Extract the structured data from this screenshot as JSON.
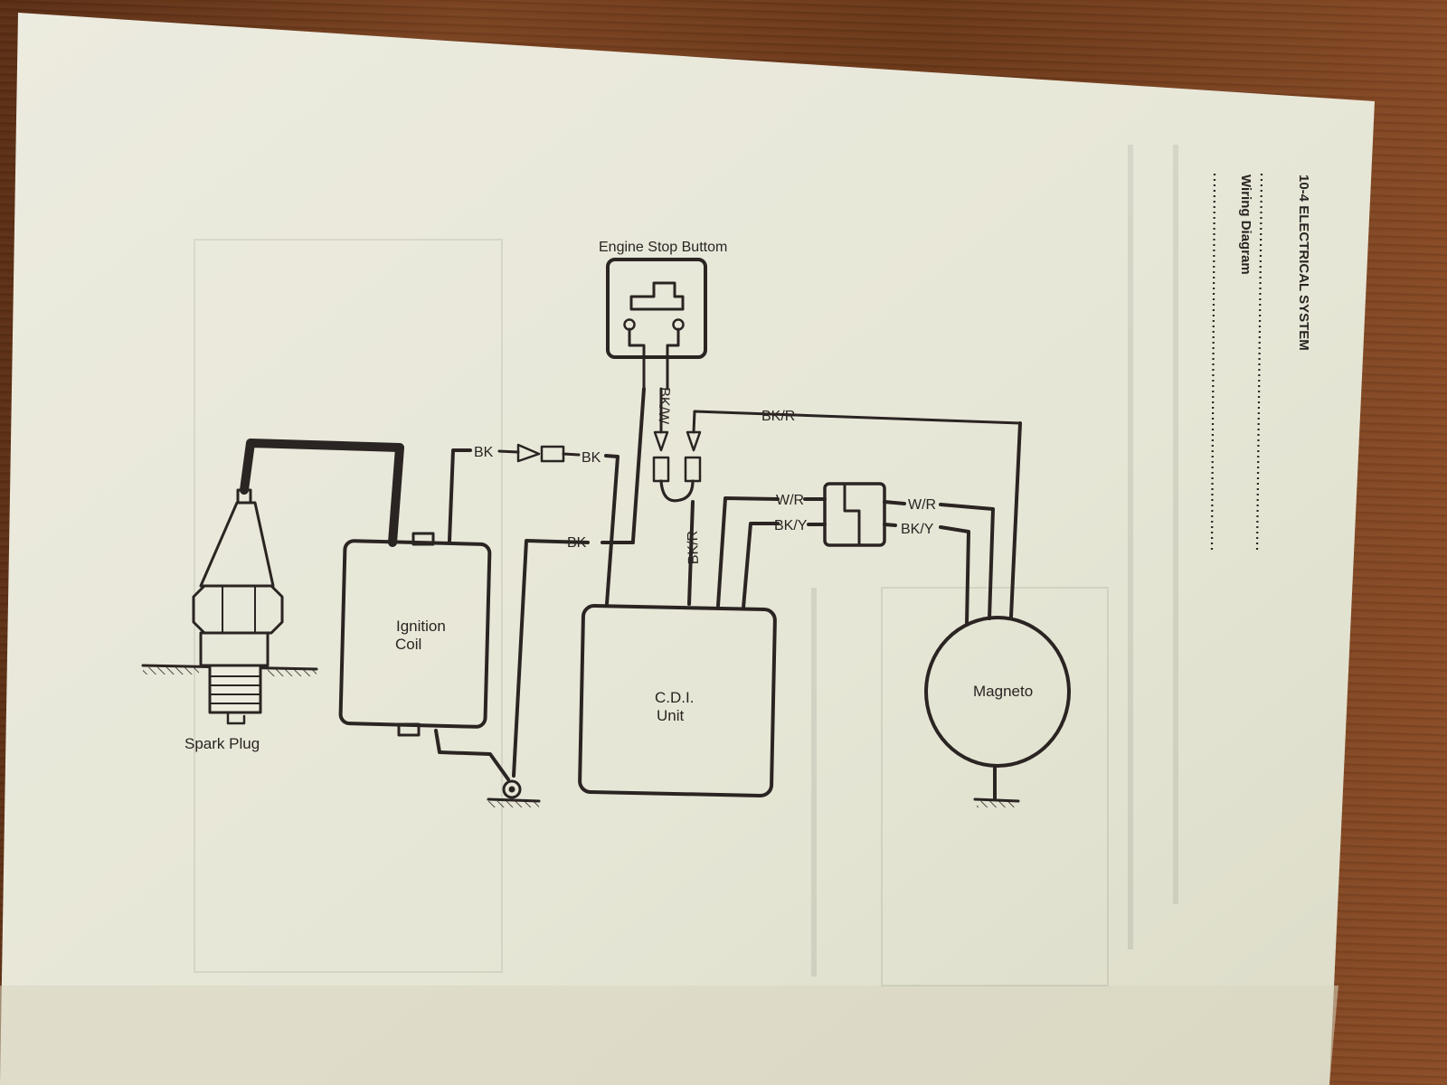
{
  "header": {
    "section": "10-4 ELECTRICAL SYSTEM",
    "subtitle": "Wiring Diagram"
  },
  "components": {
    "engine_stop": "Engine Stop Buttom",
    "ignition_coil_line1": "Ignition",
    "ignition_coil_line2": "Coil",
    "cdi_line1": "C.D.I.",
    "cdi_line2": "Unit",
    "magneto": "Magneto",
    "spark_plug": "Spark Plug"
  },
  "wires": {
    "bk_coil": "BK",
    "bk_diode": "BK",
    "bk_ground": "BK",
    "bkw_stop": "BK/W",
    "bkr_top": "BK/R",
    "bkr_vertical": "BK/R",
    "wr_left": "W/R",
    "wr_right": "W/R",
    "bky_left": "BK/Y",
    "bky_right": "BK/Y"
  },
  "colors": {
    "paper": "#ecebdd",
    "ink": "#2a2422",
    "wood": "#6b3819"
  }
}
